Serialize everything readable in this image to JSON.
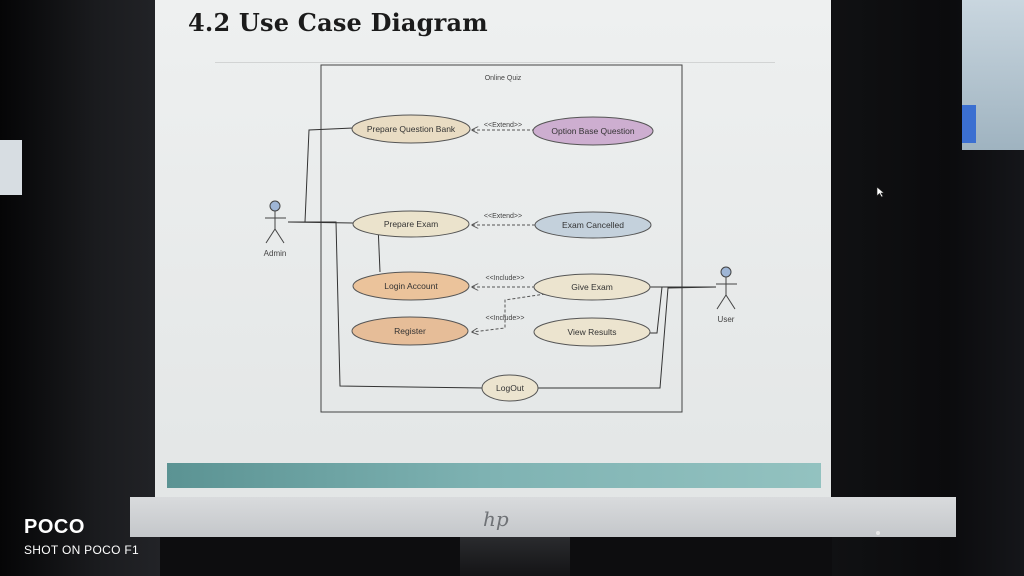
{
  "slide": {
    "title": "4.2 Use Case Diagram"
  },
  "diagram": {
    "system_boundary": "Online Quiz",
    "actors": {
      "admin": "Admin",
      "user": "User"
    },
    "use_cases": {
      "prepare_question_bank": "Prepare Question Bank",
      "option_base_question": "Option Base Question",
      "prepare_exam": "Prepare Exam",
      "exam_cancelled": "Exam Cancelled",
      "login_account": "Login Account",
      "give_exam": "Give Exam",
      "register": "Register",
      "view_results": "View  Results",
      "logout": "LogOut"
    },
    "relations": {
      "extend_1": "<<Extend>>",
      "extend_2": "<<Extend>>",
      "include_1": "<<Include>>",
      "include_2": "<<Include>>"
    },
    "colors": {
      "question_bank_fill": "#e9dcc3",
      "option_base_fill": "#cdaed0",
      "prepare_exam_fill": "#ebe3cc",
      "exam_cancelled_fill": "#c4d1dc",
      "login_fill": "#ebc39b",
      "give_exam_fill": "#ece4cf",
      "register_fill": "#e6bd98",
      "view_results_fill": "#ece4cf",
      "logout_fill": "#ece4cf"
    }
  },
  "watermark": {
    "brand": "POCO",
    "caption": "SHOT ON POCO F1"
  },
  "monitor": {
    "logo": "hp"
  }
}
